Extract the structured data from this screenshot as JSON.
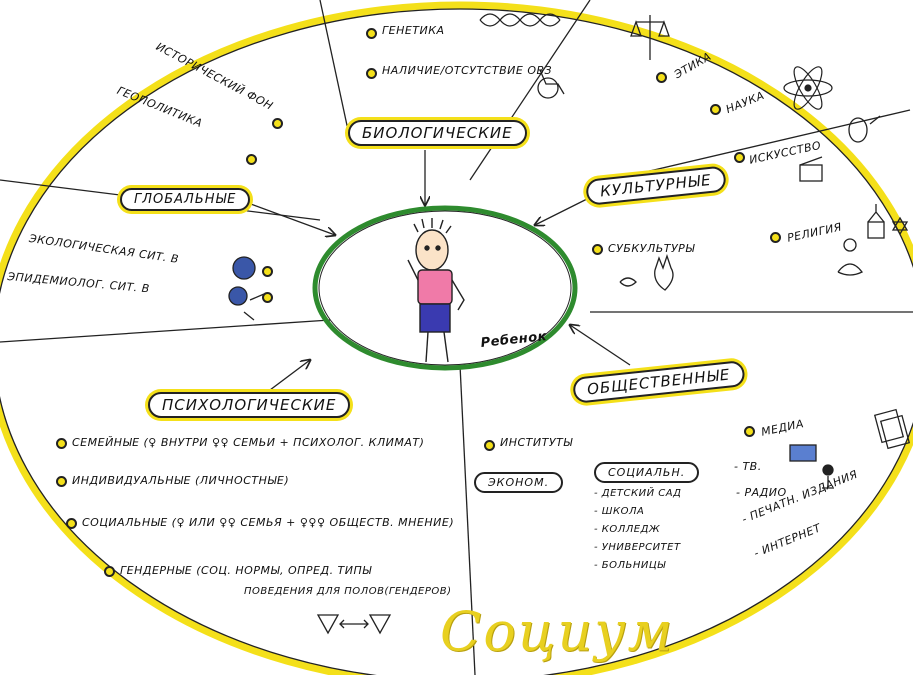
{
  "colors": {
    "accent_yellow": "#f4e01a",
    "outline_green": "#2e8b2e",
    "ink": "#111111",
    "shirt_pink": "#f07aa8",
    "pants_blue": "#3a3ab0"
  },
  "center": {
    "label": "Ребенок"
  },
  "footer": {
    "title": "Социум"
  },
  "categories": {
    "biological": "БИОЛОГИЧЕСКИЕ",
    "global": "ГЛОБАЛЬНЫЕ",
    "cultural": "КУЛЬТУРНЫЕ",
    "psychological": "ПСИХОЛОГИЧЕСКИЕ",
    "social": "ОБЩЕСТВЕННЫЕ"
  },
  "biological_items": [
    "ГЕНЕТИКА",
    "НАЛИЧИЕ/ОТСУТСТВИЕ ОВЗ"
  ],
  "global_items": {
    "historical": "ИСТОРИЧЕСКИЙ ФОН",
    "geopolitics": "ГЕОПОЛИТИКА",
    "ecology": "ЭКОЛОГИЧЕСКАЯ СИТ. В",
    "epidemiology": "ЭПИДЕМИОЛОГ. СИТ. В"
  },
  "cultural_items": {
    "ethics": "ЭТИКА",
    "science": "НАУКА",
    "art": "ИСКУССТВО",
    "religion": "РЕЛИГИЯ",
    "subcultures": "СУБКУЛЬТУРЫ"
  },
  "psychological_items": [
    "СЕМЕЙНЫЕ (♀ ВНУТРИ ♀♀ СЕМЬИ + ПСИХОЛОГ. КЛИМАТ)",
    "ИНДИВИДУАЛЬНЫЕ (ЛИЧНОСТНЫЕ)",
    "СОЦИАЛЬНЫЕ (♀ ИЛИ ♀♀ СЕМЬЯ + ♀♀♀ ОБЩЕСТВ. МНЕНИЕ)",
    "ГЕНДЕРНЫЕ (СОЦ. НОРМЫ, ОПРЕД. ТИПЫ",
    "ПОВЕДЕНИЯ ДЛЯ ПОЛОВ(ГЕНДЕРОВ)"
  ],
  "social_items": {
    "institutes": "ИНСТИТУТЫ",
    "economy": "ЭКОНОМ.",
    "social_label": "СОЦИАЛЬН.",
    "social_list": [
      "- ДЕТСКИЙ САД",
      "- ШКОЛА",
      "- КОЛЛЕДЖ",
      "- УНИВЕРСИТЕТ",
      "- БОЛЬНИЦЫ"
    ],
    "media_label": "МЕДИА",
    "media_list": [
      "- ТВ.",
      "- РАДИО",
      "- ПЕЧАТН. ИЗДАНИЯ",
      "- ИНТЕРНЕТ"
    ]
  },
  "icons": [
    "dna-icon",
    "wheelchair-icon",
    "scales-icon",
    "atom-icon",
    "palette-icon",
    "clapperboard-icon",
    "church-icon",
    "star-of-david-icon",
    "meditation-icon",
    "punk-icon",
    "earth-icon",
    "virus-icon",
    "tv-icon",
    "microphone-icon",
    "books-icon",
    "gender-icon"
  ]
}
